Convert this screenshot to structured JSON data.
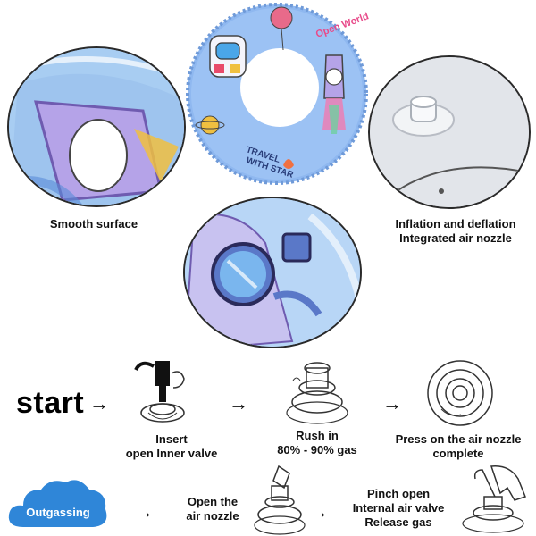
{
  "features": {
    "smooth": "Smooth surface",
    "valve_line1": "Inflation and deflation",
    "valve_line2": "Integrated air nozzle"
  },
  "ring_art": {
    "top_text": "Open World",
    "side_text_1": "TRAVEL",
    "side_text_2": "WITH STAR"
  },
  "steps": {
    "start": "start",
    "arrow": "→",
    "insert_1": "Insert",
    "insert_2": "open Inner valve",
    "rush_1": "Rush in",
    "rush_2": "80% - 90% gas",
    "press_1": "Press on the air nozzle",
    "press_2": "complete"
  },
  "outgassing": {
    "label": "Outgassing",
    "open_1": "Open the",
    "open_2": "air nozzle",
    "pinch_1": "Pinch open",
    "pinch_2": "Internal air valve",
    "pinch_3": "Release gas"
  },
  "colors": {
    "ring_blue": "#8fb8f0",
    "cloud_blue": "#2f86d8",
    "rocket_purple": "#b5a3e8"
  },
  "icons": [
    "astronaut-icon",
    "rocket-icon",
    "balloon-icon",
    "planet-icon",
    "air-valve-icon",
    "pump-icon",
    "hand-icon",
    "cloud-icon"
  ]
}
